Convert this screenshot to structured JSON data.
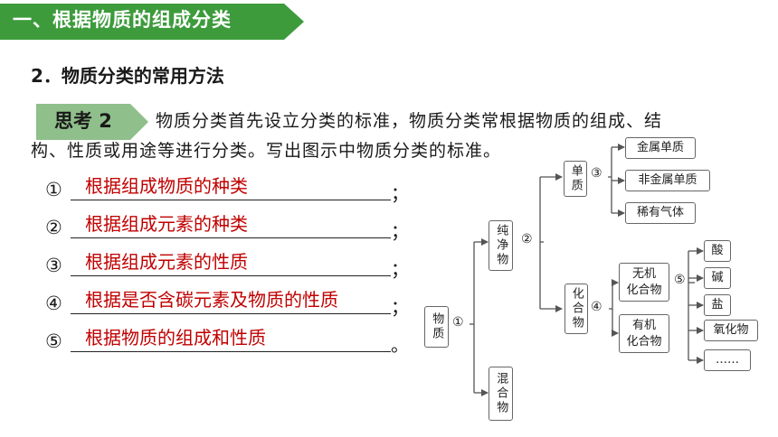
{
  "header": {
    "section_title": "一、根据物质的组成分类"
  },
  "subtitle": "2．物质分类的常用方法",
  "thinking": {
    "badge": "思考 2",
    "line1": "物质分类首先设立分类的标准，物质分类常根据物质的组成、结",
    "line2": "构、性质或用途等进行分类。写出图示中物质分类的标准。"
  },
  "answers": [
    {
      "num": "①",
      "text": "根据组成物质的种类",
      "end": "；"
    },
    {
      "num": "②",
      "text": "根据组成元素的种类",
      "end": "；"
    },
    {
      "num": "③",
      "text": "根据组成元素的性质",
      "end": "；"
    },
    {
      "num": "④",
      "text": "根据是否含碳元素及物质的性质",
      "end": "；"
    },
    {
      "num": "⑤",
      "text": "根据物质的组成和性质",
      "end": "。"
    }
  ],
  "diagram": {
    "root": "物质",
    "pure": "纯净物",
    "mixture": "混合物",
    "simple": "单质",
    "compound": "化合物",
    "metal": "金属单质",
    "nonmetal": "非金属单质",
    "noble": "稀有气体",
    "inorganic": "无机\n化合物",
    "organic": "有机\n化合物",
    "acid": "酸",
    "base": "碱",
    "salt": "盐",
    "oxide": "氧化物",
    "more": "……",
    "labels": {
      "c1": "①",
      "c2": "②",
      "c3": "③",
      "c4": "④",
      "c5": "⑤"
    }
  },
  "colors": {
    "banner": "#3d9b3c",
    "badge": "#8fbf8a",
    "answer": "#c00000"
  }
}
